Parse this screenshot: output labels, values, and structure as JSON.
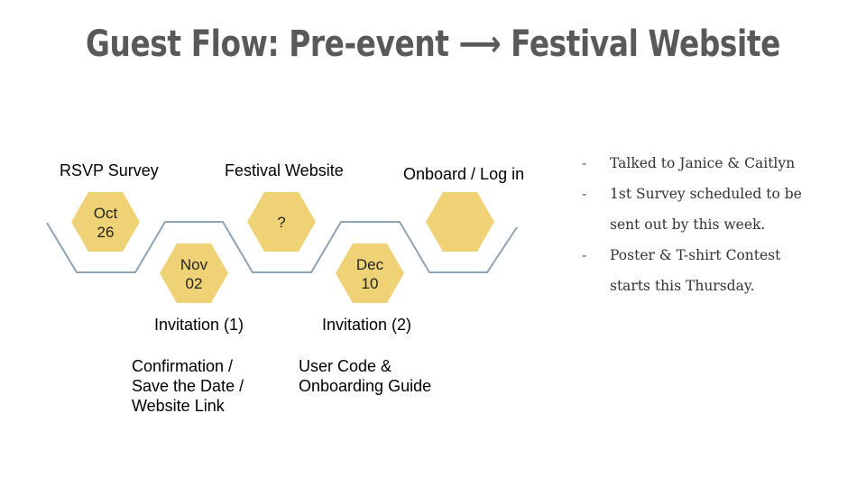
{
  "title": "Guest Flow: Pre-event ⟶ Festival Website",
  "colors": {
    "hexagon": "#efd276",
    "line": "#8fa4b4",
    "title": "#595959"
  },
  "steps": [
    {
      "label": "RSVP Survey",
      "hex": {
        "line1": "Oct",
        "line2": "26"
      }
    },
    {
      "label": "Invitation (1)",
      "hex": {
        "line1": "Nov",
        "line2": "02"
      },
      "desc": [
        "Confirmation /",
        "Save the Date /",
        "Website Link"
      ]
    },
    {
      "label": "Festival Website",
      "hex": {
        "line1": "?"
      }
    },
    {
      "label": "Invitation (2)",
      "hex": {
        "line1": "Dec",
        "line2": "10"
      },
      "desc": [
        "User Code &",
        "Onboarding Guide"
      ]
    },
    {
      "label": "Onboard / Log in"
    }
  ],
  "notes": {
    "dash": "-",
    "items": [
      {
        "text": "Talked to Janice & Caitlyn",
        "dashed": true
      },
      {
        "text": "1st Survey scheduled to be",
        "dashed": true
      },
      {
        "text": "sent out by this week.",
        "dashed": false
      },
      {
        "text": "Poster & T-shirt Contest",
        "dashed": true
      },
      {
        "text": "starts this Thursday.",
        "dashed": false
      }
    ]
  }
}
